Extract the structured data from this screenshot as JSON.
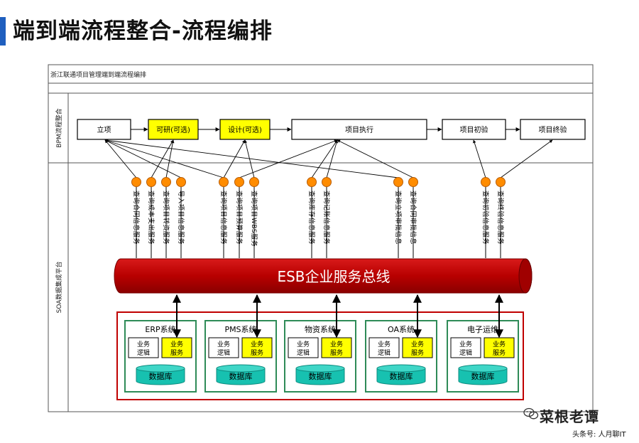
{
  "page": {
    "title": "端到端流程整合-流程编排"
  },
  "diagram": {
    "header": "浙江联通项目管理端到端流程编排",
    "lanes": {
      "bpm": "BPM流程整合",
      "soa": "SOA数据集成平台"
    },
    "process_steps": [
      {
        "id": "lixiang",
        "label": "立项",
        "highlight": false
      },
      {
        "id": "keyan",
        "label": "可研(可选)",
        "highlight": true
      },
      {
        "id": "sheji",
        "label": "设计(可选)",
        "highlight": true
      },
      {
        "id": "zhixing",
        "label": "项目执行",
        "highlight": false
      },
      {
        "id": "chuyan",
        "label": "项目初验",
        "highlight": false
      },
      {
        "id": "zhongyan",
        "label": "项目终验",
        "highlight": false
      }
    ],
    "services": [
      {
        "label": "查询合同信息服务"
      },
      {
        "label": "查询成本支出服务"
      },
      {
        "label": "查询项目转资服务"
      },
      {
        "label": "导入项目信息服务"
      },
      {
        "label": "查询项目信息服务"
      },
      {
        "label": "查询项目预算服务"
      },
      {
        "label": "查询项目WBS服务"
      },
      {
        "label": "查询库存信息服务"
      },
      {
        "label": "查询记账信息服务"
      },
      {
        "label": "查询立项审批信息"
      },
      {
        "label": "查询合同审批信息"
      },
      {
        "label": "查询初验信息服务"
      },
      {
        "label": "查询终验信息服务"
      }
    ],
    "esb": {
      "label": "ESB企业服务总线"
    },
    "systems": [
      {
        "name": "ERP系统",
        "logic": "业务逻辑",
        "service": "业务服务",
        "db": "数据库"
      },
      {
        "name": "PMS系统",
        "logic": "业务逻辑",
        "service": "业务服务",
        "db": "数据库"
      },
      {
        "name": "物资系统",
        "logic": "业务逻辑",
        "service": "业务服务",
        "db": "数据库"
      },
      {
        "name": "OA系统",
        "logic": "业务逻辑",
        "service": "业务服务",
        "db": "数据库"
      },
      {
        "name": "电子运维",
        "logic": "业务逻辑",
        "service": "业务服务",
        "db": "数据库"
      }
    ],
    "colors": {
      "highlight": "#ffff00",
      "esb": "#c00000",
      "service_node": "#ff8c00",
      "system_border": "#2e8b57",
      "db": "#17c1b0",
      "outer_border": "#c00000",
      "accent": "#1f5fbf"
    }
  },
  "watermark": {
    "text": "菜根老谭",
    "icon": "wechat-icon"
  },
  "attribution": {
    "text": "头条号: 人月聊IT"
  }
}
